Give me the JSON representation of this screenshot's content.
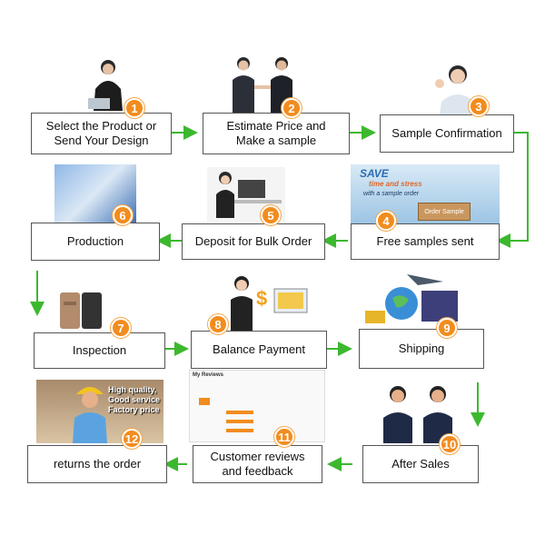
{
  "colors": {
    "arrow": "#3cb82e",
    "badge": "#f28c1e"
  },
  "steps": [
    {
      "n": "1",
      "label": "Select the Product or\nSend Your Design"
    },
    {
      "n": "2",
      "label": "Estimate Price and\nMake a sample"
    },
    {
      "n": "3",
      "label": "Sample Confirmation"
    },
    {
      "n": "4",
      "label": "Free samples sent"
    },
    {
      "n": "5",
      "label": "Deposit for Bulk Order"
    },
    {
      "n": "6",
      "label": "Production"
    },
    {
      "n": "7",
      "label": "Inspection"
    },
    {
      "n": "8",
      "label": "Balance Payment"
    },
    {
      "n": "9",
      "label": "Shipping"
    },
    {
      "n": "10",
      "label": "After Sales"
    },
    {
      "n": "11",
      "label": "Customer reviews\nand feedback"
    },
    {
      "n": "12",
      "label": "returns the order"
    }
  ],
  "images": {
    "save_banner": [
      "SAVE",
      "time and stress",
      "with a sample order"
    ],
    "order_sample": "Order Sample",
    "quality_text": [
      "High quality,",
      "Good service",
      "Factory price"
    ],
    "reviews_title": "My Reviews"
  }
}
